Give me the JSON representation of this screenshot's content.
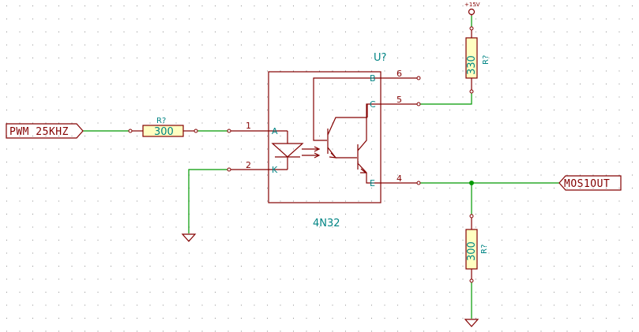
{
  "colors": {
    "wire": "#009900",
    "component": "#840000",
    "reference_text": "#008484",
    "resistor_fill": "#ffffc2",
    "grid_dot": "#8c8c8c"
  },
  "labels": {
    "pwm_input": "PWM 25KHZ",
    "mos_output": "MOS1OUT"
  },
  "power": {
    "vcc_label": "+15V"
  },
  "optocoupler": {
    "reference": "U?",
    "part_value": "4N32",
    "pins": [
      {
        "number": "1",
        "name": "A"
      },
      {
        "number": "2",
        "name": "K"
      },
      {
        "number": "6",
        "name": "B"
      },
      {
        "number": "5",
        "name": "C"
      },
      {
        "number": "4",
        "name": "E"
      }
    ]
  },
  "resistors": [
    {
      "reference": "R?",
      "value": "300"
    },
    {
      "reference": "R?",
      "value": "330"
    },
    {
      "reference": "R?",
      "value": "300"
    }
  ],
  "icons": [
    "global-label-input",
    "global-label-output",
    "ground-symbol",
    "power-flag",
    "led-symbol",
    "darlington-transistor"
  ]
}
